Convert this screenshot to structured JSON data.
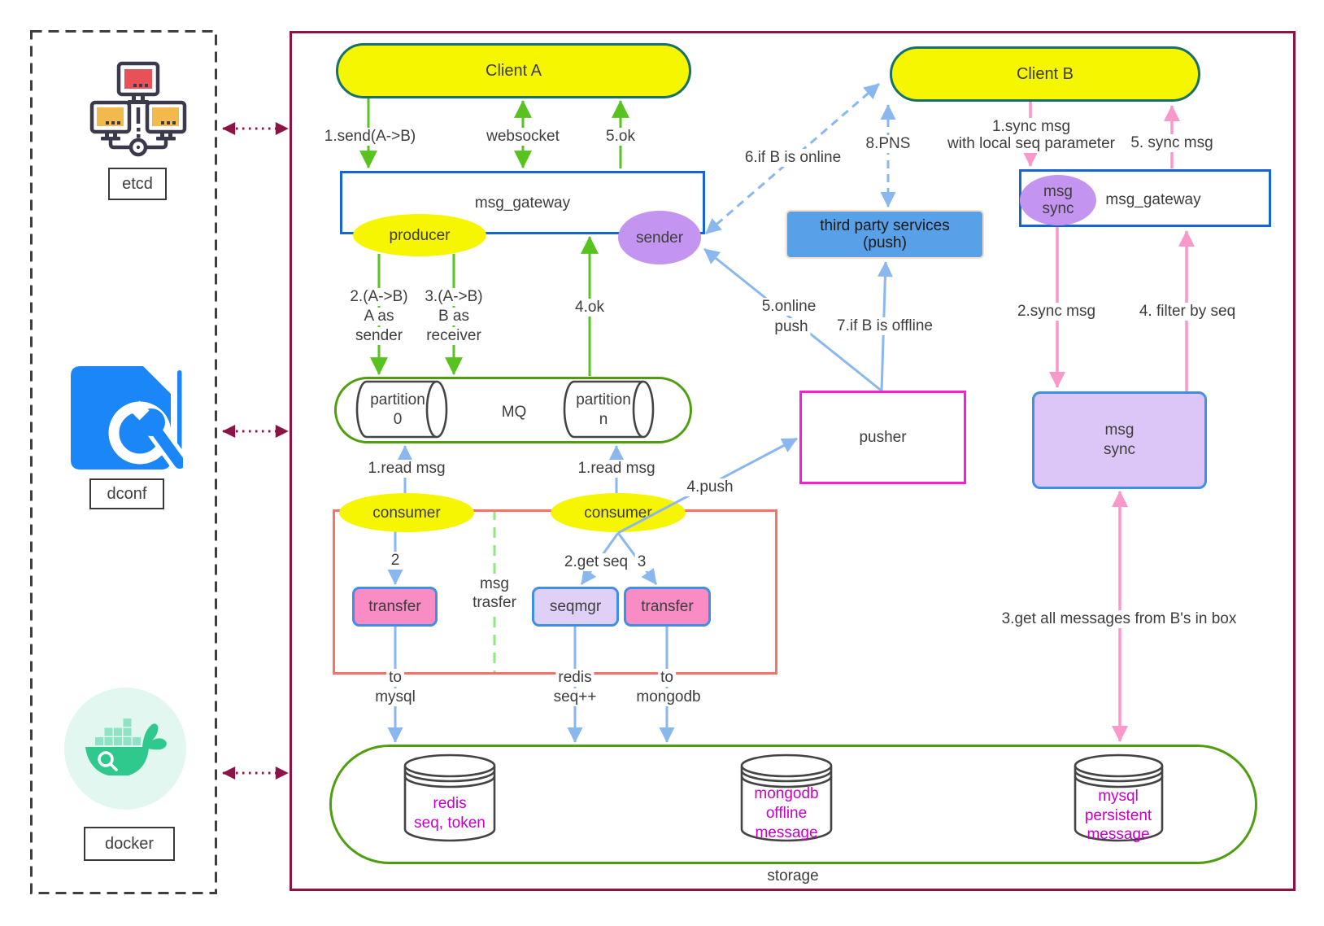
{
  "colors": {
    "maroon": "#8a1446",
    "yellow": "#f6f600",
    "teal_border": "#17706a",
    "blue_border": "#1565d2",
    "blue_border_light": "#3f8ee8",
    "purple_fill": "#c495f0",
    "lavender_fill": "#dcc6f8",
    "lavender_fill2": "#e0d0f8",
    "tps_blue": "#58a1e8",
    "tps_border": "#f7ddc2",
    "magenta_border": "#ff1ad4",
    "green_border": "#4f9e10",
    "red_border": "#f4726a",
    "pink_fill": "#f98cc4",
    "green_arrow": "#58c31e",
    "blue_arrow": "#8ab7ee",
    "pink_arrow": "#f998cb",
    "green_dash": "#8ee87e",
    "db_text": "#c800c8",
    "text": "#3d3d3d",
    "dark_outline": "#3a3a4c",
    "icon_red": "#e85158",
    "icon_orange": "#f2b94c",
    "docker_green": "#2fc98e",
    "docker_bg": "#e2f7ef",
    "docker_light": "#8fe3c4",
    "dconf_blue": "#1a86f8",
    "cyl_stroke": "#444444"
  },
  "left_panel": {
    "etcd_label": "etcd",
    "dconf_label": "dconf",
    "docker_label": "docker"
  },
  "nodes": {
    "client_a": "Client A",
    "client_b": "Client B",
    "gateway_a": "msg_gateway",
    "gateway_b": "msg_gateway",
    "producer": "producer",
    "sender": "sender",
    "msg_sync_ellipse": [
      "msg",
      "sync"
    ],
    "third_party": [
      "third party services",
      "(push)"
    ],
    "pusher": "pusher",
    "msg_sync_box": [
      "msg",
      "sync"
    ],
    "mq": "MQ",
    "partition0": [
      "partition",
      "0"
    ],
    "partition_n": [
      "partition",
      "n"
    ],
    "consumer1": "consumer",
    "consumer2": "consumer",
    "transfer1": "transfer",
    "seqmgr": "seqmgr",
    "transfer2": "transfer",
    "storage": "storage",
    "redis": [
      "redis",
      "seq, token"
    ],
    "mongodb": [
      "mongodb",
      "offline",
      "message"
    ],
    "mysql": [
      "mysql",
      "persistent",
      "message"
    ]
  },
  "labels": {
    "send1": "1.send(A->B)",
    "websocket": "websocket",
    "ok5": "5.ok",
    "route2": [
      "2.(A->B)",
      "A as",
      "sender"
    ],
    "route3": [
      "3.(A->B)",
      "B as",
      "receiver"
    ],
    "ok4": "4.ok",
    "read_msg1": "1.read msg",
    "read_msg2": "1.read msg",
    "two": "2",
    "msg_trasfer": [
      "msg",
      "trasfer"
    ],
    "get_seq": "2.get seq",
    "three": "3",
    "push4": "4.push",
    "to_mysql": [
      "to",
      "mysql"
    ],
    "redis_seq": [
      "redis",
      "seq++"
    ],
    "to_mongodb": [
      "to",
      "mongodb"
    ],
    "online_push": [
      "5.online",
      "push"
    ],
    "offline7": "7.if B is offline",
    "online6": "6.if B is online",
    "pns8": "8.PNS",
    "sync1": [
      "1.sync msg",
      "with local seq parameter"
    ],
    "sync5": "5. sync msg",
    "sync2": "2.sync msg",
    "filter4": "4. filter by seq",
    "getall3": "3.get all messages from B's in box"
  }
}
